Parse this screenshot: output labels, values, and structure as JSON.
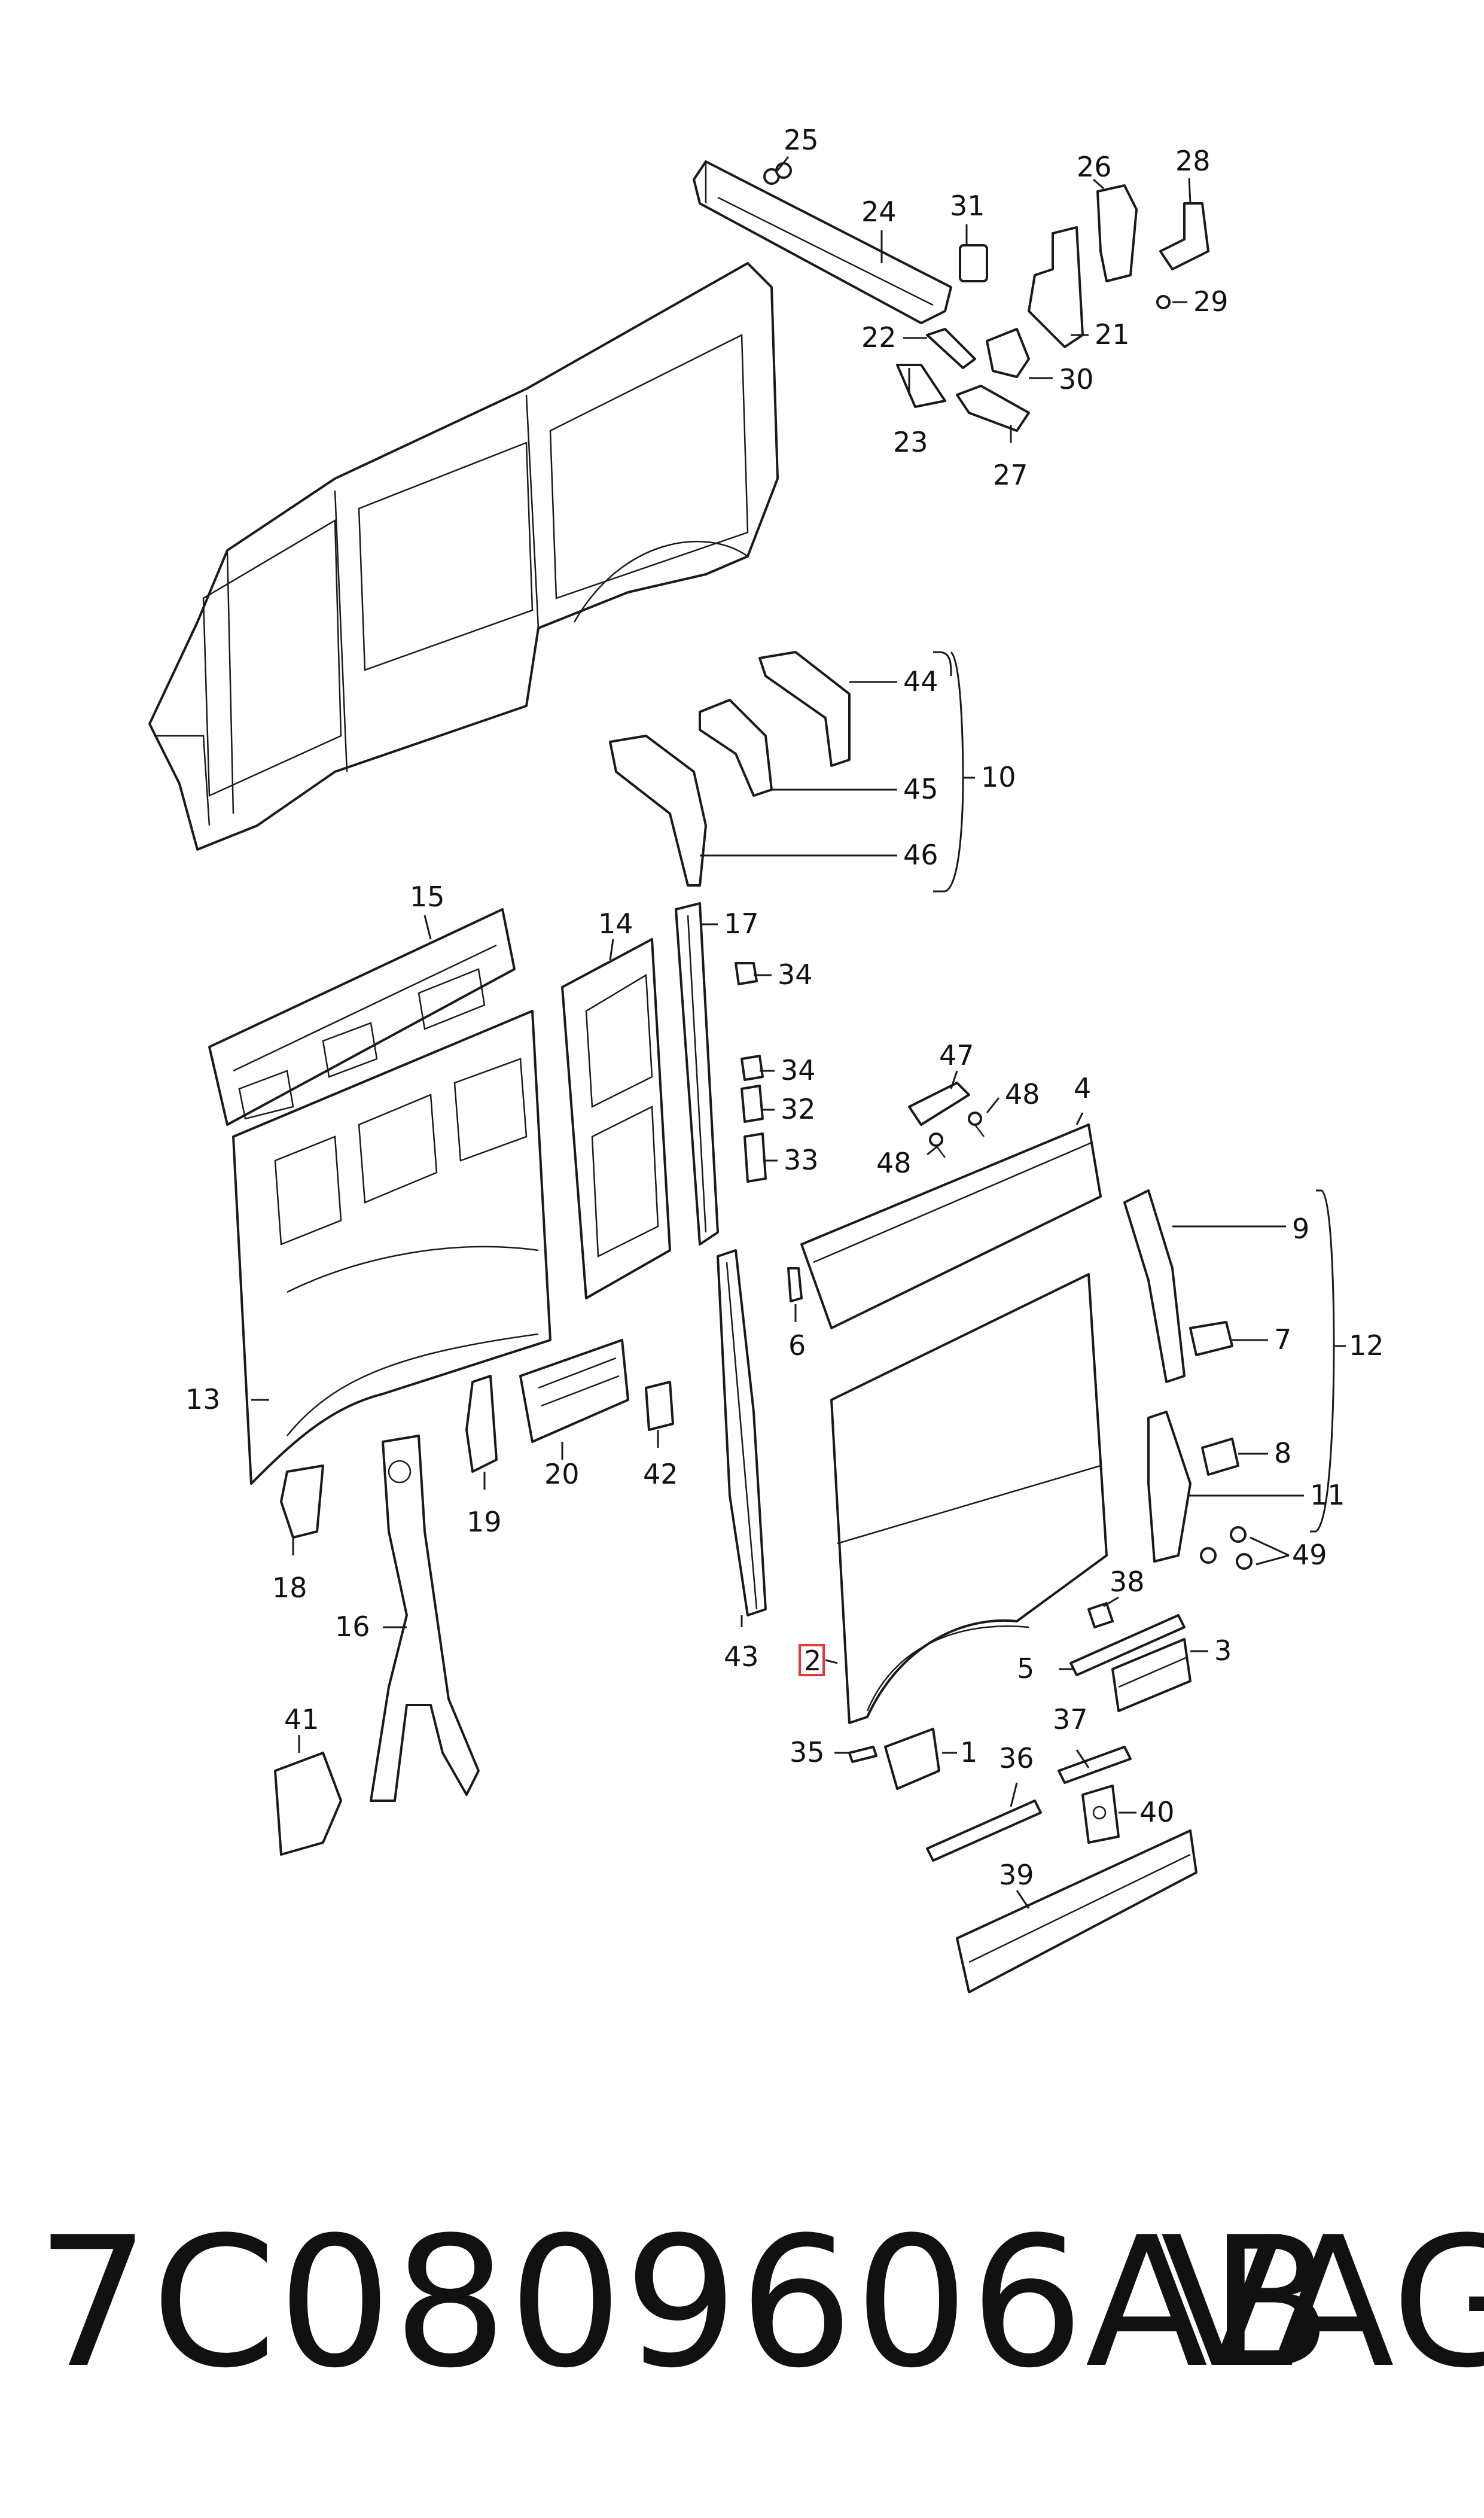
{
  "footer": {
    "part_number": "7C0809606AB",
    "brand": "VAG"
  },
  "highlight_color": "#e0393e",
  "callouts": [
    {
      "id": "c1",
      "text": "1"
    },
    {
      "id": "c2",
      "text": "2"
    },
    {
      "id": "c3",
      "text": "3"
    },
    {
      "id": "c4",
      "text": "4"
    },
    {
      "id": "c5",
      "text": "5"
    },
    {
      "id": "c6",
      "text": "6"
    },
    {
      "id": "c7",
      "text": "7"
    },
    {
      "id": "c8",
      "text": "8"
    },
    {
      "id": "c9",
      "text": "9"
    },
    {
      "id": "c10",
      "text": "10"
    },
    {
      "id": "c11",
      "text": "11"
    },
    {
      "id": "c12",
      "text": "12"
    },
    {
      "id": "c13",
      "text": "13"
    },
    {
      "id": "c14",
      "text": "14"
    },
    {
      "id": "c15",
      "text": "15"
    },
    {
      "id": "c16",
      "text": "16"
    },
    {
      "id": "c17",
      "text": "17"
    },
    {
      "id": "c18",
      "text": "18"
    },
    {
      "id": "c19",
      "text": "19"
    },
    {
      "id": "c20",
      "text": "20"
    },
    {
      "id": "c21",
      "text": "21"
    },
    {
      "id": "c22",
      "text": "22"
    },
    {
      "id": "c23",
      "text": "23"
    },
    {
      "id": "c24",
      "text": "24"
    },
    {
      "id": "c25",
      "text": "25"
    },
    {
      "id": "c26",
      "text": "26"
    },
    {
      "id": "c27",
      "text": "27"
    },
    {
      "id": "c28",
      "text": "28"
    },
    {
      "id": "c29",
      "text": "29"
    },
    {
      "id": "c30",
      "text": "30"
    },
    {
      "id": "c31",
      "text": "31"
    },
    {
      "id": "c32",
      "text": "32"
    },
    {
      "id": "c33",
      "text": "33"
    },
    {
      "id": "c34a",
      "text": "34"
    },
    {
      "id": "c34b",
      "text": "34"
    },
    {
      "id": "c35",
      "text": "35"
    },
    {
      "id": "c36",
      "text": "36"
    },
    {
      "id": "c37",
      "text": "37"
    },
    {
      "id": "c38",
      "text": "38"
    },
    {
      "id": "c39",
      "text": "39"
    },
    {
      "id": "c40",
      "text": "40"
    },
    {
      "id": "c41",
      "text": "41"
    },
    {
      "id": "c42",
      "text": "42"
    },
    {
      "id": "c43",
      "text": "43"
    },
    {
      "id": "c44",
      "text": "44"
    },
    {
      "id": "c45",
      "text": "45"
    },
    {
      "id": "c46",
      "text": "46"
    },
    {
      "id": "c47",
      "text": "47"
    },
    {
      "id": "c48a",
      "text": "48"
    },
    {
      "id": "c48b",
      "text": "48"
    },
    {
      "id": "c49",
      "text": "49"
    }
  ]
}
